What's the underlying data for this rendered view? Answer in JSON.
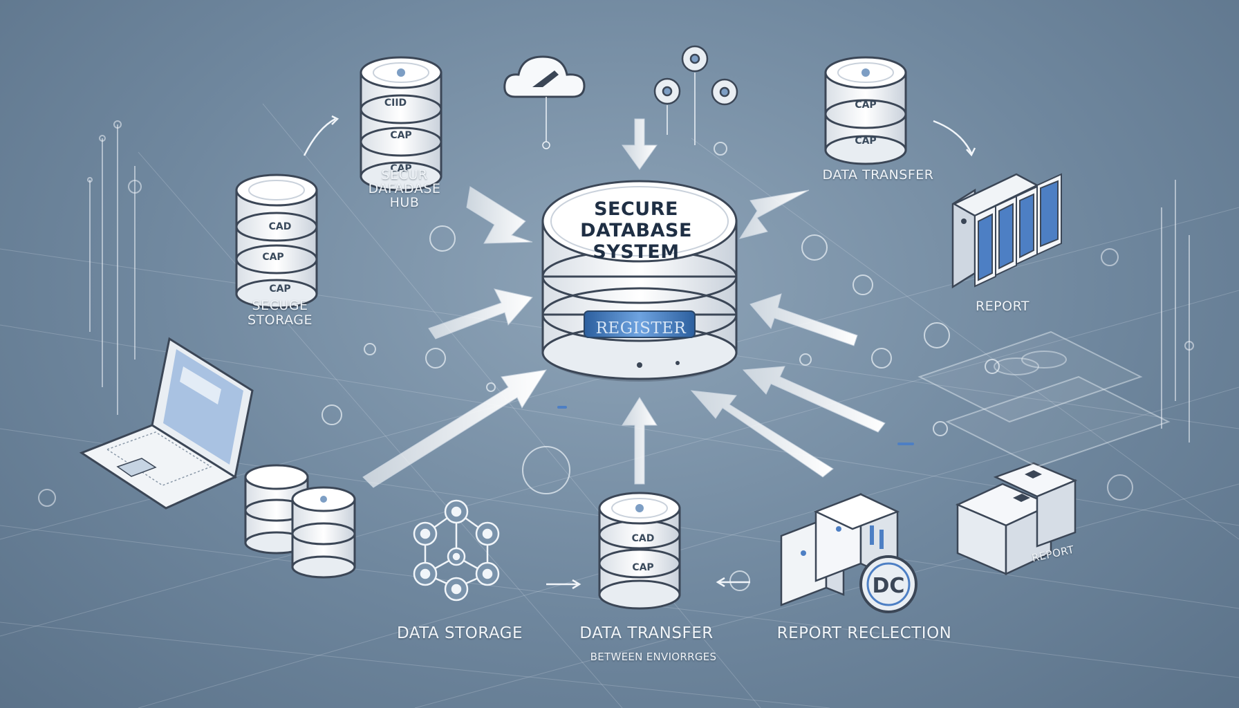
{
  "diagram": {
    "center": {
      "title_lines": [
        "SECURE",
        "DATABASE",
        "SYSTEM"
      ],
      "tag": "REGISTER"
    },
    "labels": {
      "secure_hub": [
        "SECUR",
        "DAFADASE",
        "HUB"
      ],
      "secure_storage": [
        "SECUGE",
        "STORAGE"
      ],
      "data_transfer_top": "DATA TRANSFER",
      "report_right": "REPORT",
      "report_lower": "REPORT",
      "data_storage": "DATA STORAGE",
      "data_transfer_bottom": "DATA TRANSFER",
      "between_environments": "BETWEEN ENVIORRGES",
      "report_reflection": "REPORT RECLECTION"
    },
    "cylinder_labels": {
      "top_left": [
        "CIID",
        "CAP",
        "CAP"
      ],
      "left": [
        "CAD",
        "CAP",
        "CAP"
      ],
      "top_right": [
        "CAP",
        "CAP"
      ],
      "bottom_center": [
        "CAD",
        "CAP"
      ]
    },
    "colors": {
      "background": "#6f879e",
      "node_fill": "#f5f7fa",
      "node_stroke": "#3b4656",
      "arrow_fill": "#f4f6f9",
      "accent_blue": "#4d7fc4",
      "line_color": "#dfe7ef"
    },
    "icons": [
      "cloud-icon",
      "gear-icon",
      "network-icon",
      "laptop-icon",
      "server-rack-icon",
      "document-stack-icon",
      "badge-icon"
    ]
  }
}
